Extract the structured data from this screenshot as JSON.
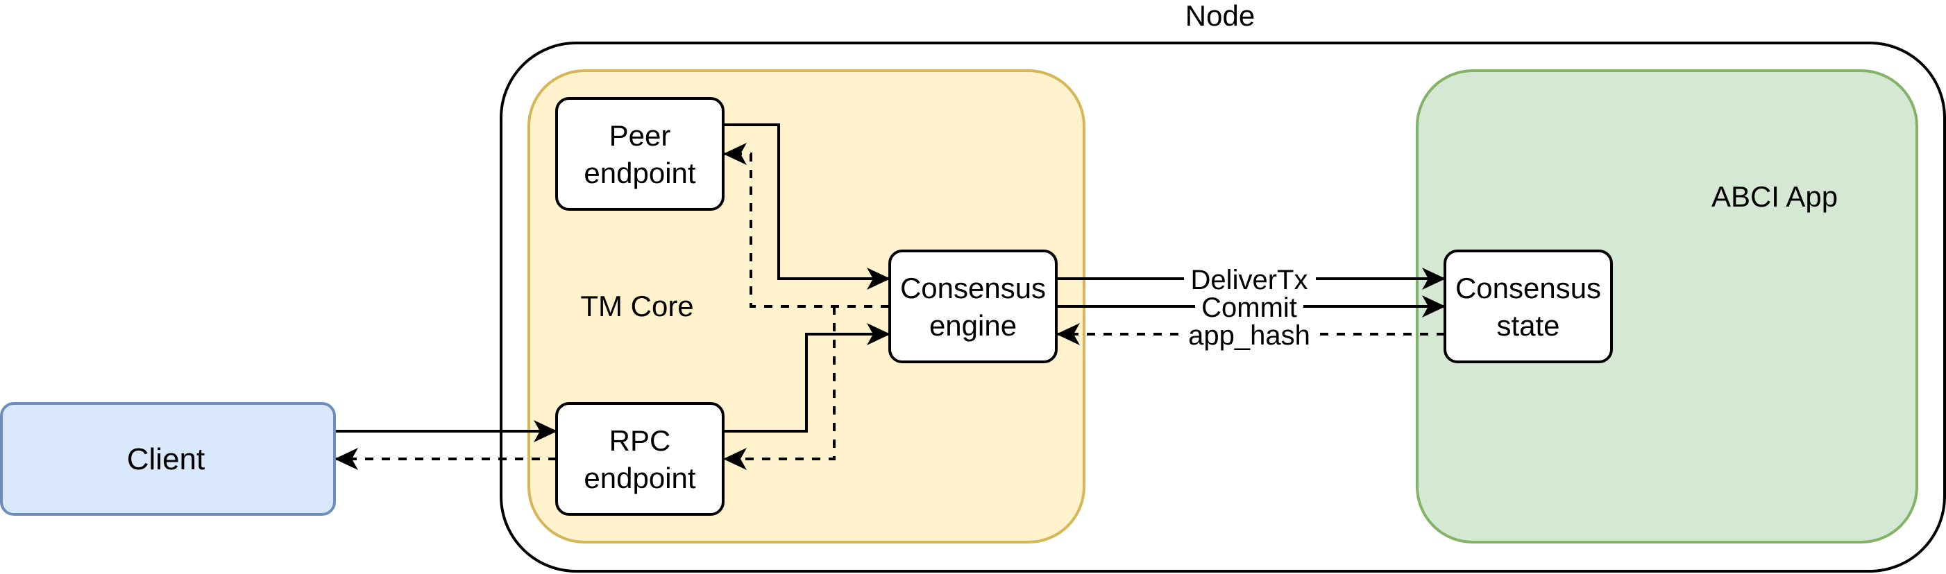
{
  "nodes": {
    "node": "Node",
    "tm_core": "TM Core",
    "abci_app": "ABCI App",
    "peer_endpoint": [
      "Peer",
      "endpoint"
    ],
    "rpc_endpoint": [
      "RPC",
      "endpoint"
    ],
    "consensus_engine": [
      "Consensus",
      "engine"
    ],
    "consensus_state": [
      "Consensus",
      "state"
    ],
    "client": "Client"
  },
  "edges": {
    "deliver_tx": "DeliverTx",
    "commit": "Commit",
    "app_hash": "app_hash"
  },
  "colors": {
    "tm_core_fill": "#fff2cc",
    "tm_core_stroke": "#d6b656",
    "abci_fill": "#d5e8d4",
    "abci_stroke": "#82b366",
    "client_fill": "#dae8fc",
    "client_stroke": "#6c8ebf",
    "line": "#000000"
  }
}
